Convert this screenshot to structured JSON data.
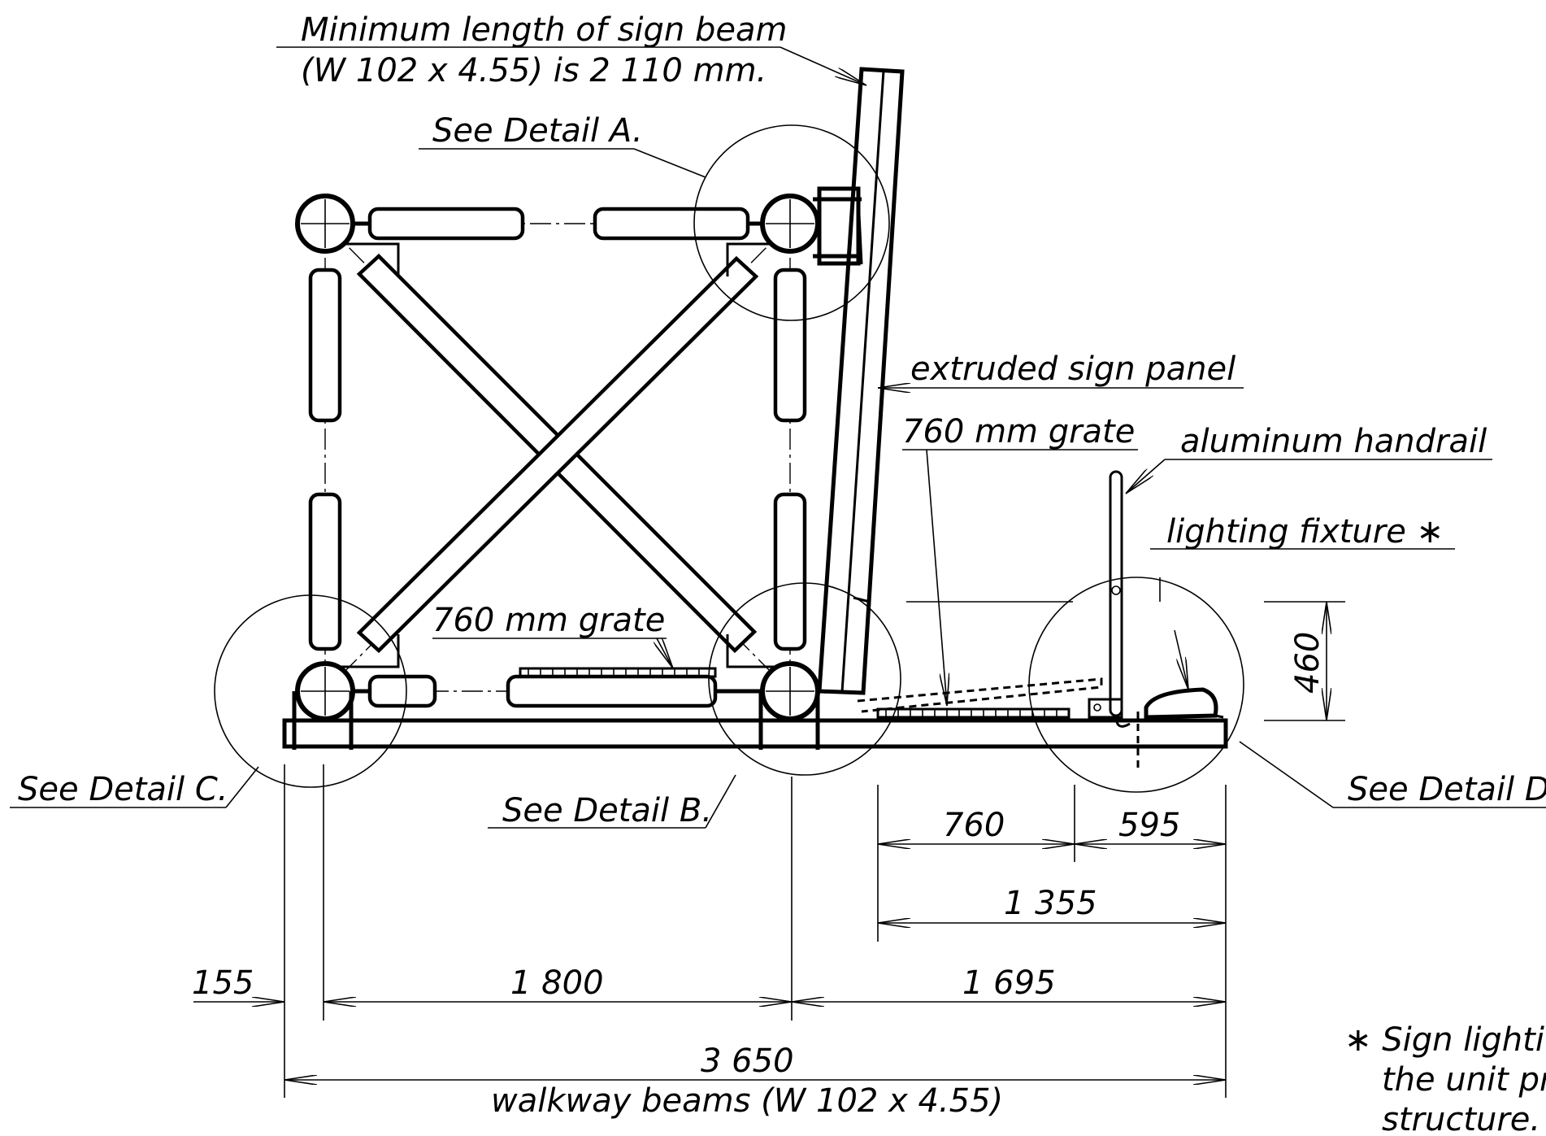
{
  "labels": {
    "sign_beam_line1": "Minimum  length  of  sign  beam",
    "sign_beam_line2": "(W  102  x  4.55)  is  2  110  mm.",
    "detail_a": "See  Detail  A.",
    "detail_b": "See  Detail  B.",
    "detail_c": "See  Detail  C.",
    "detail_d": "See  Detail  D.",
    "sign_panel": "extruded  sign  panel",
    "grate_right": "760  mm  grate",
    "grate_left": "760  mm  grate",
    "handrail": "aluminum  handrail",
    "lighting": "lighting  fixture ∗",
    "walkway_beams": "walkway  beams  (W  102  x  4.55)"
  },
  "dimensions": {
    "d760": "760",
    "d595": "595",
    "d1355": "1 355",
    "d155": "155",
    "d1800": "1 800",
    "d1695": "1 695",
    "d3650": "3  650",
    "d460": "460"
  },
  "note": {
    "line1": "∗ Sign  lighti",
    "line2": "the  unit  pr",
    "line3": "structure."
  }
}
